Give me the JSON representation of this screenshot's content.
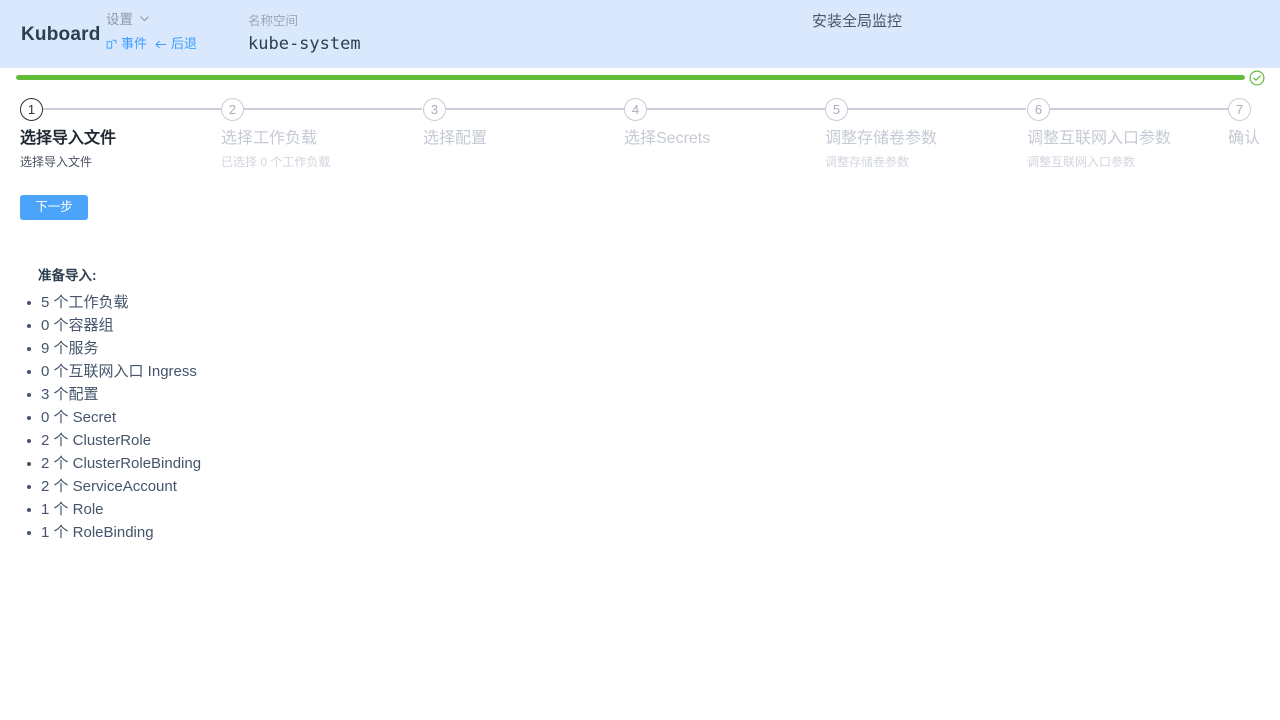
{
  "header": {
    "brand": "Kuboard",
    "settings_label": "设置",
    "settings_icon": "chevron-down-icon",
    "links": [
      {
        "label": "事件",
        "icon": "external-window-icon"
      },
      {
        "label": "后退",
        "icon": "arrow-left-icon"
      }
    ],
    "namespace_label": "名称空间",
    "namespace_value": "kube-system",
    "page_title": "安装全局监控",
    "background_color": "#d9e8fc"
  },
  "progress": {
    "percent": 100,
    "fill_color": "#61bd37",
    "status_icon": "check-circle-icon",
    "status_color": "#61bd37"
  },
  "steps": [
    {
      "number": "1",
      "title": "选择导入文件",
      "desc": "选择导入文件",
      "active": true
    },
    {
      "number": "2",
      "title": "选择工作负载",
      "desc": "已选择 0 个工作负载",
      "active": false
    },
    {
      "number": "3",
      "title": "选择配置",
      "desc": "",
      "active": false
    },
    {
      "number": "4",
      "title": "选择Secrets",
      "desc": "",
      "active": false
    },
    {
      "number": "5",
      "title": "调整存储卷参数",
      "desc": "调整存储卷参数",
      "active": false
    },
    {
      "number": "6",
      "title": "调整互联网入口参数",
      "desc": "调整互联网入口参数",
      "active": false
    },
    {
      "number": "7",
      "title": "确认",
      "desc": "",
      "active": false
    }
  ],
  "actions": {
    "next_label": "下一步",
    "next_color": "#4ba4fa"
  },
  "summary": {
    "heading": "准备导入:",
    "items": [
      "5 个工作负载",
      "0 个容器组",
      "9 个服务",
      "0 个互联网入口 Ingress",
      "3 个配置",
      "0 个 Secret",
      "2 个 ClusterRole",
      "2 个 ClusterRoleBinding",
      "2 个 ServiceAccount",
      "1 个 Role",
      "1 个 RoleBinding"
    ]
  }
}
